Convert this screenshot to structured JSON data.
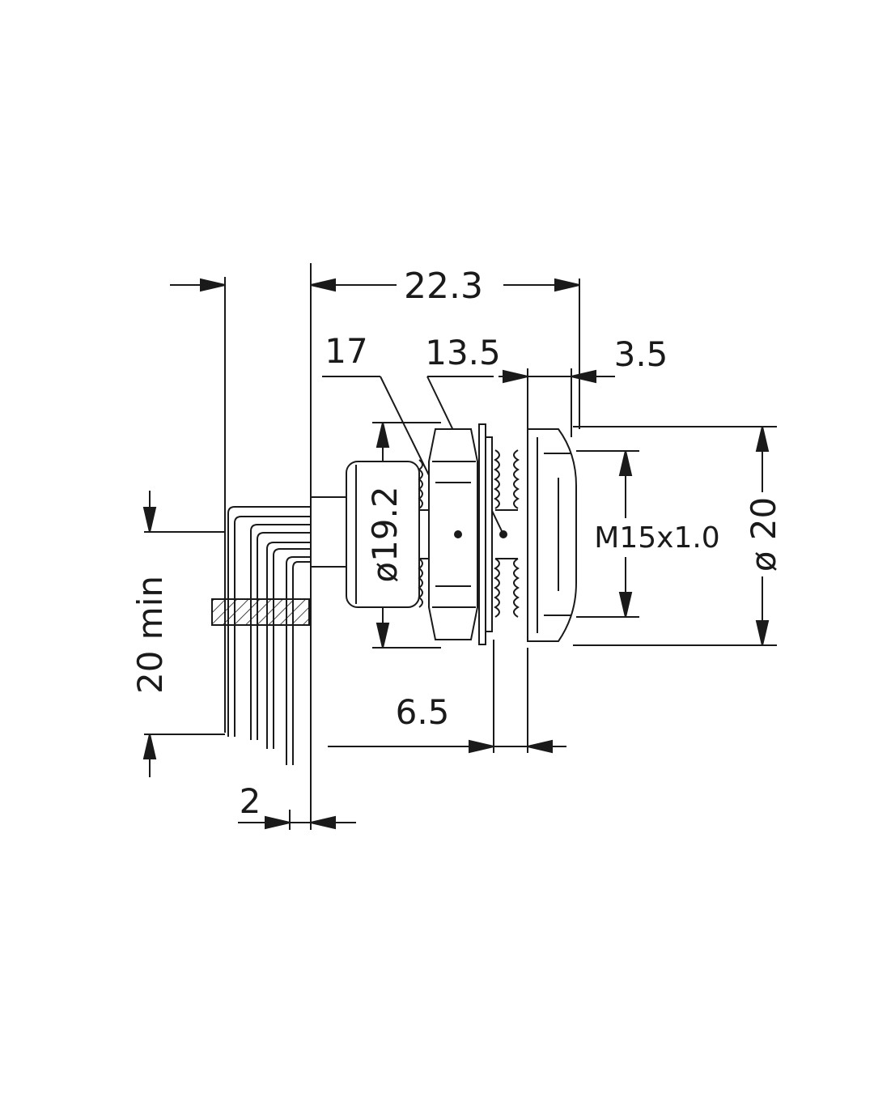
{
  "dimensions": {
    "overall_length": "22.3",
    "dim_17": "17",
    "dim_13_5": "13.5",
    "dim_3_5": "3.5",
    "body_diameter": "ø19.2",
    "thread": "M15x1.0",
    "flange_diameter": "ø 20",
    "pin_length": "20 min",
    "dim_6_5": "6.5",
    "pin_pitch": "2"
  }
}
